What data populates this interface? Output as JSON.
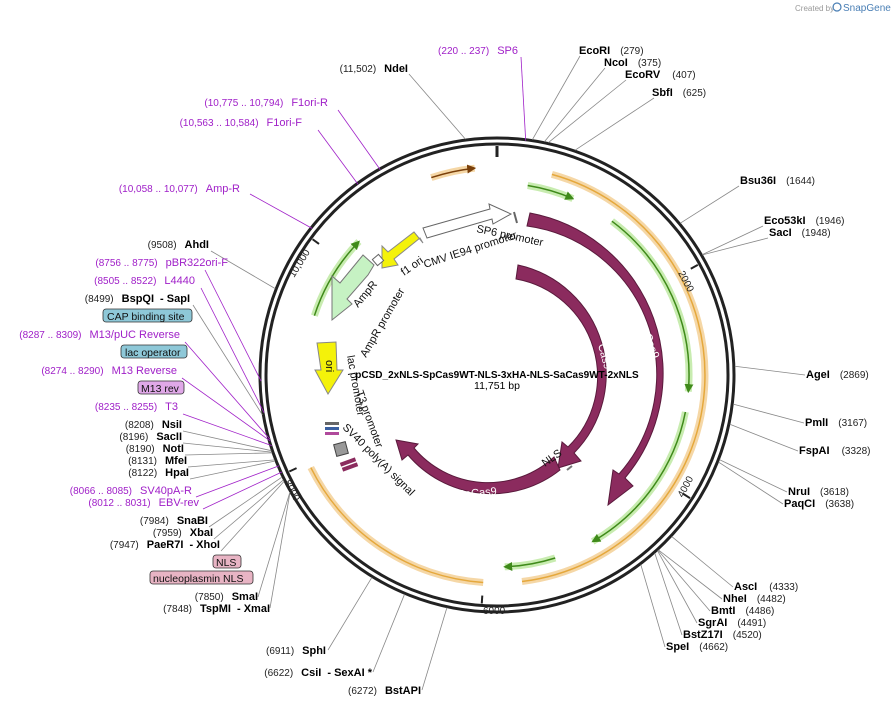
{
  "branding": {
    "created_by": "Created by",
    "product": "SnapGene"
  },
  "plasmid": {
    "name": "pCSD_2xNLS-SpCas9WT-NLS-3xHA-NLS-SaCas9WT-2xNLS",
    "length": "11,751 bp"
  },
  "ticks": [
    "2000",
    "4000",
    "6000",
    "8000",
    "10,000"
  ],
  "sites_right": [
    {
      "name": "EcoRI",
      "pos": "(279)"
    },
    {
      "name": "NcoI",
      "pos": "(375)"
    },
    {
      "name": "EcoRV",
      "pos": "(407)"
    },
    {
      "name": "SbfI",
      "pos": "(625)"
    },
    {
      "name": "Bsu36I",
      "pos": "(1644)"
    },
    {
      "name": "Eco53kI",
      "pos": "(1946)"
    },
    {
      "name": "SacI",
      "pos": "(1948)"
    },
    {
      "name": "AgeI",
      "pos": "(2869)"
    },
    {
      "name": "PmlI",
      "pos": "(3167)"
    },
    {
      "name": "FspAI",
      "pos": "(3328)"
    },
    {
      "name": "NruI",
      "pos": "(3618)"
    },
    {
      "name": "PaqCI",
      "pos": "(3638)"
    },
    {
      "name": "AscI",
      "pos": "(4333)"
    },
    {
      "name": "NheI",
      "pos": "(4482)"
    },
    {
      "name": "BmtI",
      "pos": "(4486)"
    },
    {
      "name": "SgrAI",
      "pos": "(4491)"
    },
    {
      "name": "BstZ17I",
      "pos": "(4520)"
    },
    {
      "name": "SpeI",
      "pos": "(4662)"
    }
  ],
  "sites_left": [
    {
      "pos": "(11,502)",
      "name": "NdeI"
    },
    {
      "pos": "(9508)",
      "name": "AhdI"
    },
    {
      "pos": "(8499)",
      "name": "BspQI",
      "name2": "- SapI"
    },
    {
      "pos": "(8208)",
      "name": "NsiI"
    },
    {
      "pos": "(8196)",
      "name": "SacII"
    },
    {
      "pos": "(8190)",
      "name": "NotI"
    },
    {
      "pos": "(8131)",
      "name": "MfeI"
    },
    {
      "pos": "(8122)",
      "name": "HpaI"
    },
    {
      "pos": "(7984)",
      "name": "SnaBI"
    },
    {
      "pos": "(7959)",
      "name": "XbaI"
    },
    {
      "pos": "(7947)",
      "name": "PaeR7I",
      "name2": "- XhoI"
    },
    {
      "pos": "(7850)",
      "name": "SmaI"
    },
    {
      "pos": "(7848)",
      "name": "TspMI",
      "name2": "- XmaI"
    },
    {
      "pos": "(6911)",
      "name": "SphI"
    },
    {
      "pos": "(6622)",
      "name": "CsiI",
      "name2": "- SexAI *"
    },
    {
      "pos": "(6272)",
      "name": "BstAPI"
    }
  ],
  "primers": [
    {
      "range": "(220 .. 237)",
      "name": "SP6"
    },
    {
      "range": "(10,775 .. 10,794)",
      "name": "F1ori-R"
    },
    {
      "range": "(10,563 .. 10,584)",
      "name": "F1ori-F"
    },
    {
      "range": "(10,058 .. 10,077)",
      "name": "Amp-R"
    },
    {
      "range": "(8756 .. 8775)",
      "name": "pBR322ori-F"
    },
    {
      "range": "(8505 .. 8522)",
      "name": "L4440"
    },
    {
      "range": "(8287 .. 8309)",
      "name": "M13/pUC Reverse"
    },
    {
      "range": "(8274 .. 8290)",
      "name": "M13 Reverse"
    },
    {
      "range": "(8235 .. 8255)",
      "name": "T3"
    },
    {
      "range": "(8066 .. 8085)",
      "name": "SV40pA-R"
    },
    {
      "range": "(8012 .. 8031)",
      "name": "EBV-rev"
    }
  ],
  "boxes": [
    {
      "label": "CAP binding site",
      "color": "#8ec8d8"
    },
    {
      "label": "lac operator",
      "color": "#8ec8d8"
    },
    {
      "label": "M13 rev",
      "color": "#e0a8e8"
    },
    {
      "label": "NLS",
      "color": "#e8b4c4"
    },
    {
      "label": "nucleoplasmin NLS",
      "color": "#e8b4c4"
    }
  ],
  "features": {
    "sp6_promoter": "SP6 promoter",
    "cmv_promoter": "CMV IE94 promoter",
    "f1_ori": "f1 ori",
    "ampr": "AmpR",
    "ampr_promoter": "AmpR promoter",
    "ori": "ori",
    "lac_promoter": "lac promoter",
    "t3_promoter": "T3 promoter",
    "sv40_polya": "SV40 poly(A) signal",
    "cas9_outer": "Cas9",
    "cas9_inner": "Cas9",
    "nls": "NLS",
    "sacas9": "SaCas9"
  },
  "colors": {
    "cas9": "#8b2b5e",
    "orf_fill": "#f5d7a6",
    "orf_line": "#e5a83c",
    "orf_green": "#3f8a1a",
    "green_glow": "#c8ecb0",
    "f1ori": "#f4f20a",
    "ampr": "#c6f2c3",
    "primer": "#a020c8",
    "ring": "#222222"
  }
}
